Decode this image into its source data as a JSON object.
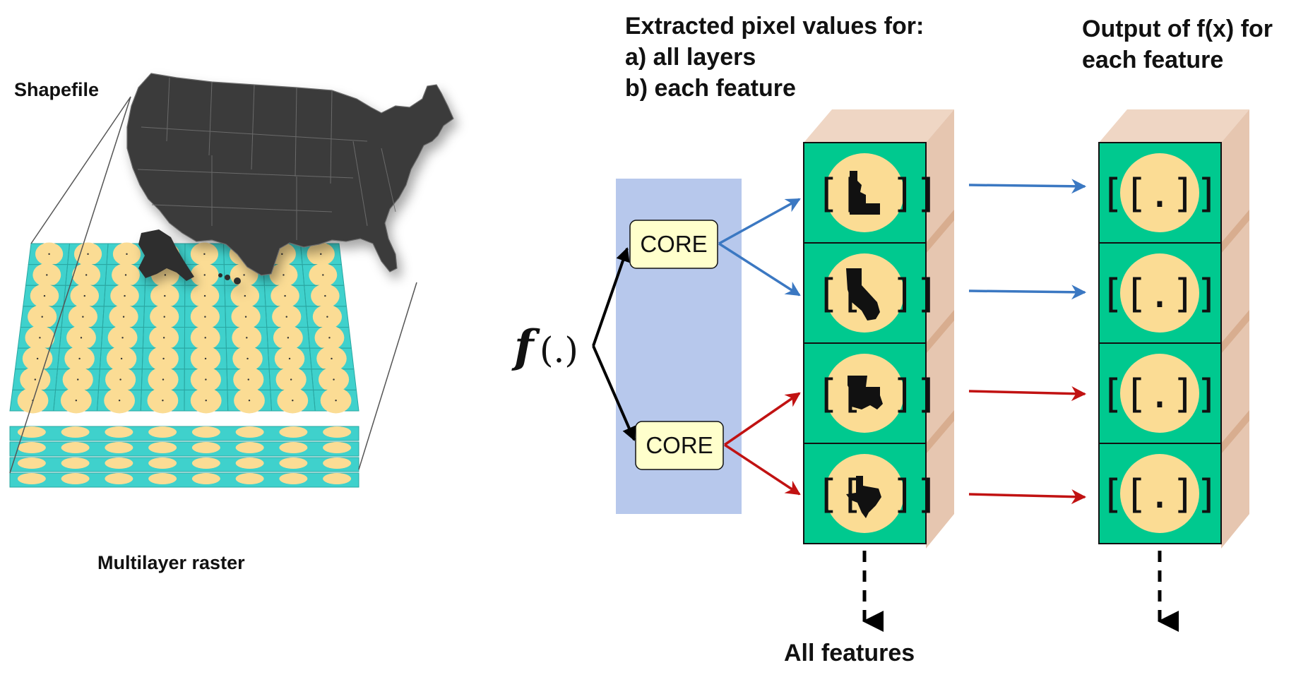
{
  "left_panel": {
    "shapefile_label": "Shapefile",
    "raster_label": "Multilayer raster"
  },
  "function": {
    "symbol": "f",
    "argument": "(.)",
    "core_labels": [
      "CORE",
      "CORE"
    ]
  },
  "middle_column": {
    "heading_lines": [
      "Extracted pixel values for:",
      "a)  all layers",
      "b)  each feature"
    ],
    "footer_label": "All features",
    "cells": [
      {
        "state_icon": "idaho-icon",
        "bracket_open": "[[",
        "bracket_close": "]]"
      },
      {
        "state_icon": "california-icon",
        "bracket_open": "[[",
        "bracket_close": "]]"
      },
      {
        "state_icon": "louisiana-icon",
        "bracket_open": "[[",
        "bracket_close": "]]"
      },
      {
        "state_icon": "texas-icon",
        "bracket_open": "[[",
        "bracket_close": "]]"
      }
    ]
  },
  "right_column": {
    "heading_lines": [
      "Output of f(x) for",
      "each feature"
    ],
    "cell_text": "[[.]]"
  },
  "colors": {
    "cell_green": "#00c98f",
    "cell_circle": "#fbdc94",
    "cube_side": "#e6c6b0",
    "core_box": "#ffffcc",
    "core_panel": "#b7c8ec",
    "blue_arrow": "#3b78c2",
    "red_arrow": "#c11212",
    "raster_teal": "#3fd1cc",
    "map_dark": "#3b3b3b"
  }
}
